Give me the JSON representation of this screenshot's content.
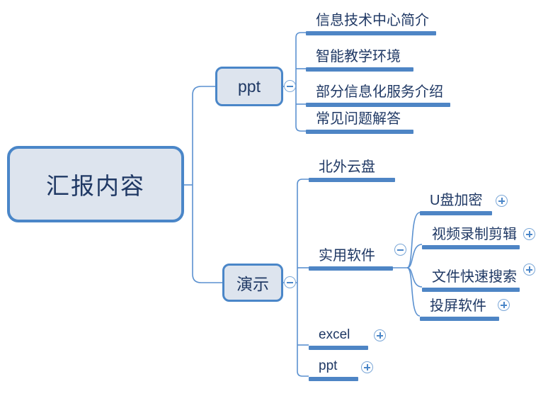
{
  "diagram": {
    "type": "mind-map",
    "colors": {
      "node_border": "#4a86c8",
      "node_fill": "#dde4ee",
      "underline": "#4e85c5",
      "text": "#1f3864",
      "connector": "#5b91d0",
      "toggle_ring": "#7ba7d7",
      "background": "#ffffff"
    },
    "root": {
      "label": "汇报内容",
      "toggle": null
    },
    "branches": [
      {
        "id": "ppt",
        "label": "ppt",
        "style": "box",
        "toggle": "minus",
        "children": [
          {
            "id": "intro-center",
            "label": "信息技术中心简介",
            "toggle": null
          },
          {
            "id": "smart-teaching",
            "label": "智能教学环境",
            "toggle": null
          },
          {
            "id": "it-services",
            "label": "部分信息化服务介绍",
            "toggle": null
          },
          {
            "id": "faq",
            "label": "常见问题解答",
            "toggle": null
          }
        ]
      },
      {
        "id": "yanshi",
        "label": "演示",
        "style": "box",
        "toggle": "minus",
        "children": [
          {
            "id": "bfsu-cloud",
            "label": "北外云盘",
            "toggle": null,
            "children": []
          },
          {
            "id": "useful-software",
            "label": "实用软件",
            "toggle": "minus",
            "children": [
              {
                "id": "usb-encrypt",
                "label": "U盘加密",
                "toggle": "plus"
              },
              {
                "id": "video-record",
                "label": "视频录制剪辑",
                "toggle": "plus"
              },
              {
                "id": "file-search",
                "label": "文件快速搜索",
                "toggle": "plus"
              },
              {
                "id": "screen-cast",
                "label": "投屏软件",
                "toggle": "plus"
              }
            ]
          },
          {
            "id": "excel",
            "label": "excel",
            "toggle": "plus",
            "children": []
          },
          {
            "id": "ppt-leaf",
            "label": "ppt",
            "toggle": "plus",
            "children": []
          }
        ]
      }
    ]
  }
}
